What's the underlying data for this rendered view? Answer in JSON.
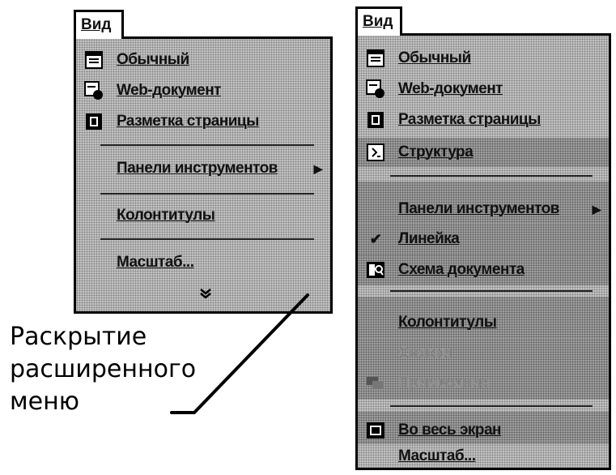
{
  "left_menu": {
    "title": "Вид",
    "items": [
      {
        "label": "Обычный",
        "icon": "normal-view-icon"
      },
      {
        "label": "Web-документ",
        "icon": "web-document-icon"
      },
      {
        "label": "Разметка страницы",
        "icon": "page-layout-icon"
      },
      {
        "label": "Панели инструментов",
        "submenu": true
      },
      {
        "label": "Колонтитулы"
      },
      {
        "label": "Масштаб..."
      }
    ],
    "expand_glyph": "⌄"
  },
  "right_menu": {
    "title": "Вид",
    "items": [
      {
        "label": "Обычный",
        "icon": "normal-view-icon"
      },
      {
        "label": "Web-документ",
        "icon": "web-document-icon"
      },
      {
        "label": "Разметка страницы",
        "icon": "page-layout-icon"
      },
      {
        "label": "Структура",
        "icon": "outline-icon",
        "highlight": true
      },
      {
        "label": "Панели инструментов",
        "submenu": true,
        "highlight": true
      },
      {
        "label": "Линейка",
        "checked": true,
        "highlight": true
      },
      {
        "label": "Схема документа",
        "icon": "document-map-icon",
        "highlight": true
      },
      {
        "label": "Колонтитулы",
        "highlight": true
      },
      {
        "label": "Сноски",
        "disabled": true,
        "highlight": true
      },
      {
        "label": "Примечания",
        "icon": "comments-icon",
        "disabled": true,
        "highlight": true
      },
      {
        "label": "Во весь экран",
        "icon": "full-screen-icon",
        "highlight": true
      },
      {
        "label": "Масштаб..."
      }
    ]
  },
  "annotation": {
    "text": "Раскрытие\nрасширенного\nменю"
  },
  "glyphs": {
    "submenu_arrow": "▶",
    "checkmark": "✔"
  }
}
